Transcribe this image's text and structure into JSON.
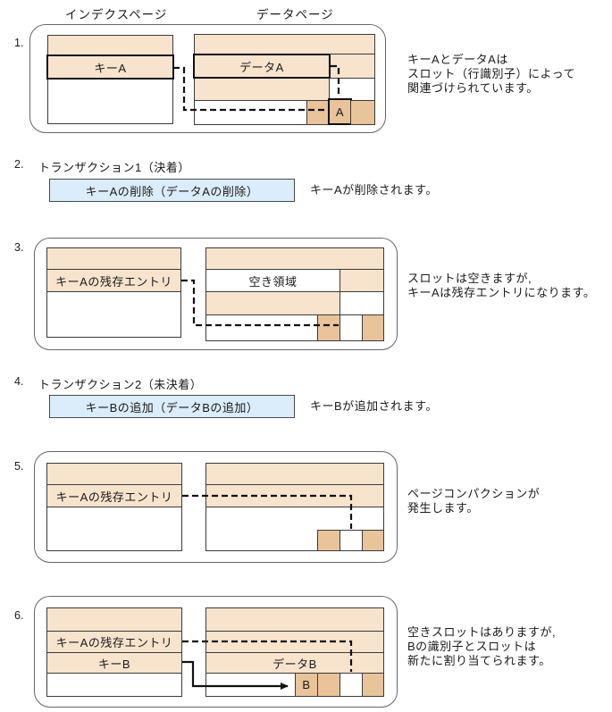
{
  "page_headers": {
    "index_page": "インデクスページ",
    "data_page": "データページ"
  },
  "colors": {
    "tan_light": "#F8E3CD",
    "tan_slot": "#E9C39A",
    "blue": "#DBECFA"
  },
  "steps": {
    "s1": {
      "num": "1.",
      "key_a": "キーA",
      "data_a": "データA",
      "slot_a": "A",
      "note": [
        "キーAとデータAは",
        "スロット（行識別子）によって",
        "関連づけられています。"
      ]
    },
    "s2": {
      "num": "2.",
      "title": "トランザクション1（決着）",
      "action": "キーAの削除（データAの削除）",
      "note": "キーAが削除されます。"
    },
    "s3": {
      "num": "3.",
      "residual": "キーAの残存エントリ",
      "free_area": "空き領域",
      "note": [
        "スロットは空きますが,",
        "キーAは残存エントリになります。"
      ]
    },
    "s4": {
      "num": "4.",
      "title": "トランザクション2（未決着）",
      "action": "キーBの追加（データBの追加）",
      "note": "キーBが追加されます。"
    },
    "s5": {
      "num": "5.",
      "residual": "キーAの残存エントリ",
      "note": [
        "ページコンパクションが",
        "発生します。"
      ]
    },
    "s6": {
      "num": "6.",
      "residual": "キーAの残存エントリ",
      "key_b": "キーB",
      "data_b": "データB",
      "slot_b": "B",
      "note": [
        "空きスロットはありますが,",
        "Bの識別子とスロットは",
        "新たに割り当てられます。"
      ]
    }
  }
}
